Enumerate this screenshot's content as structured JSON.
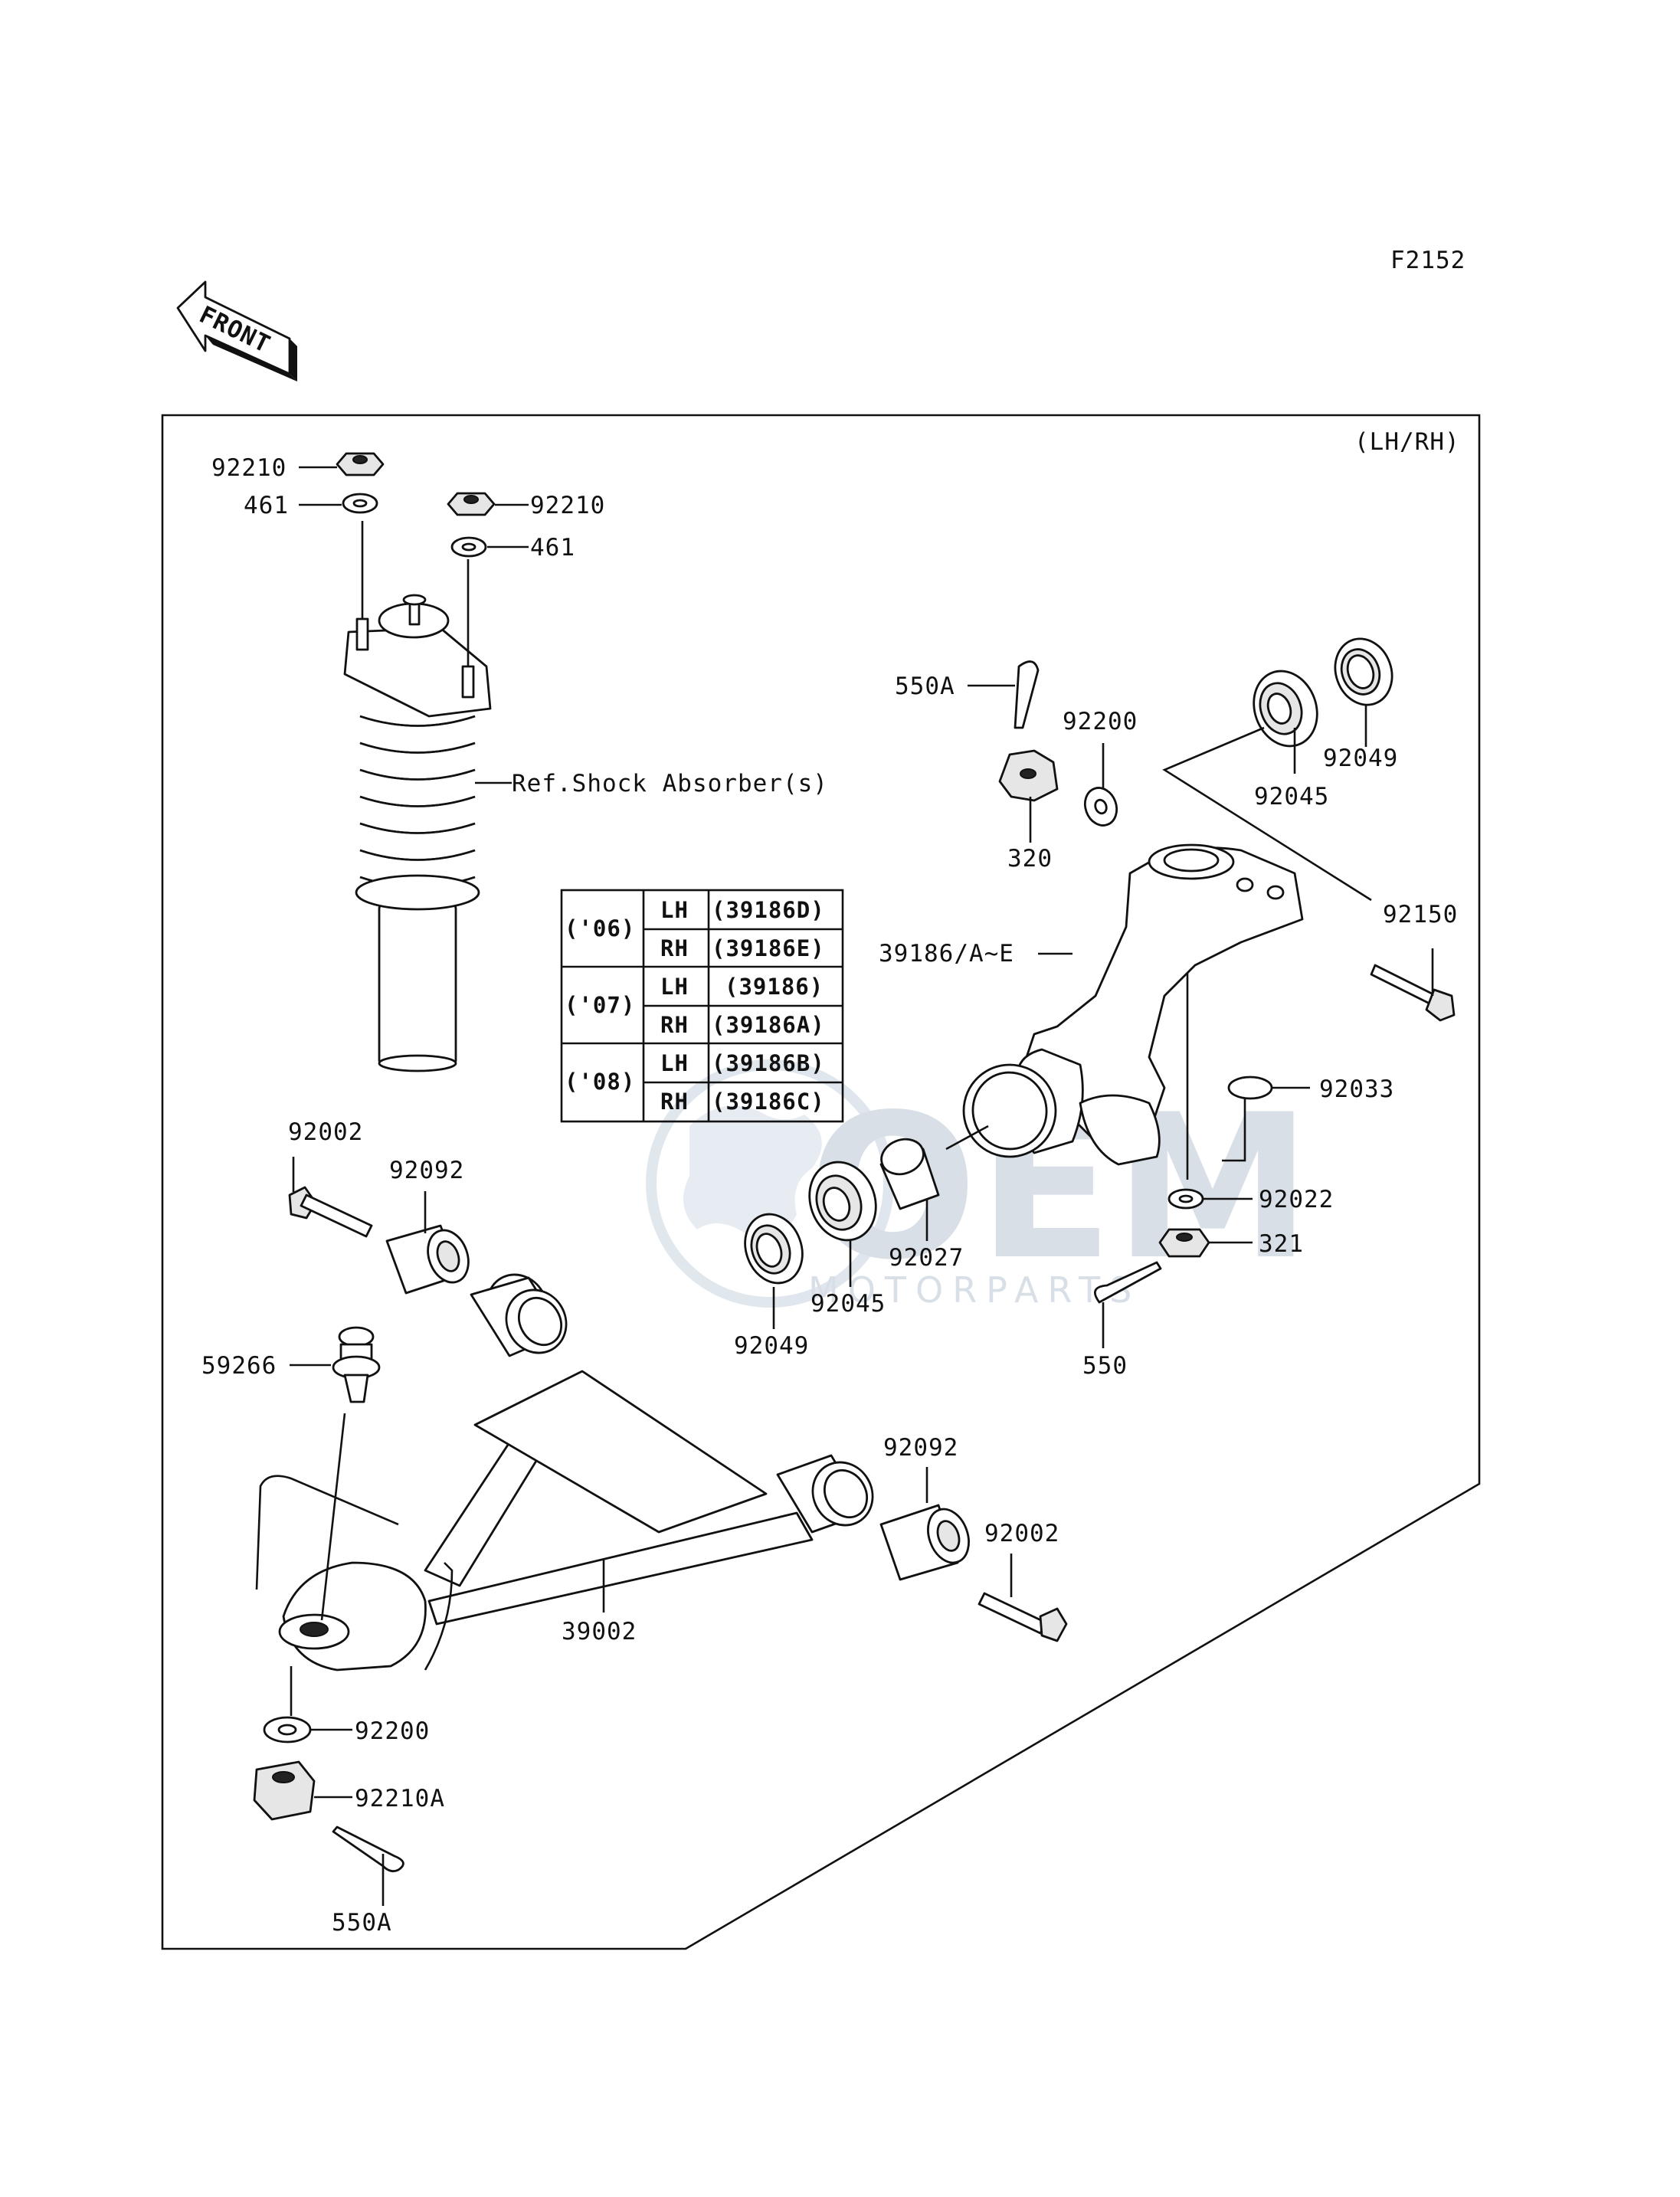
{
  "figure_code": "F2152",
  "side_note": "(LH/RH)",
  "front_label": "FRONT",
  "watermark": {
    "brand": "OEM",
    "sub": "MOTORPARTS"
  },
  "callouts": {
    "nut_92210_left": "92210",
    "washer_461_left": "461",
    "nut_92210_right": "92210",
    "washer_461_right": "461",
    "shock_ref": "Ref.Shock Absorber(s)",
    "cotter_pin_550a_top": "550A",
    "washer_92200_top": "92200",
    "nut_320": "320",
    "bearing_92045_top": "92045",
    "seal_92049_top": "92049",
    "bolt_92150": "92150",
    "knuckle_39186": "39186/A~E",
    "circlip_92033": "92033",
    "washer_92022": "92022",
    "nut_321": "321",
    "cotter_pin_550": "550",
    "collar_92027": "92027",
    "bearing_92045_bottom": "92045",
    "seal_92049_bottom": "92049",
    "bolt_92002_left": "92002",
    "bushing_92092_left": "92092",
    "ball_joint_59266": "59266",
    "bushing_92092_right": "92092",
    "bolt_92002_right": "92002",
    "arm_39002": "39002",
    "washer_92200_bottom": "92200",
    "nut_92210a": "92210A",
    "cotter_pin_550a_bottom": "550A"
  },
  "year_table": {
    "rows": [
      {
        "year": "('06)",
        "lh": "(39186D)",
        "rh": "(39186E)"
      },
      {
        "year": "('07)",
        "lh": "(39186)",
        "rh": "(39186A)"
      },
      {
        "year": "('08)",
        "lh": "(39186B)",
        "rh": "(39186C)"
      }
    ],
    "lh_label": "LH",
    "rh_label": "RH"
  }
}
